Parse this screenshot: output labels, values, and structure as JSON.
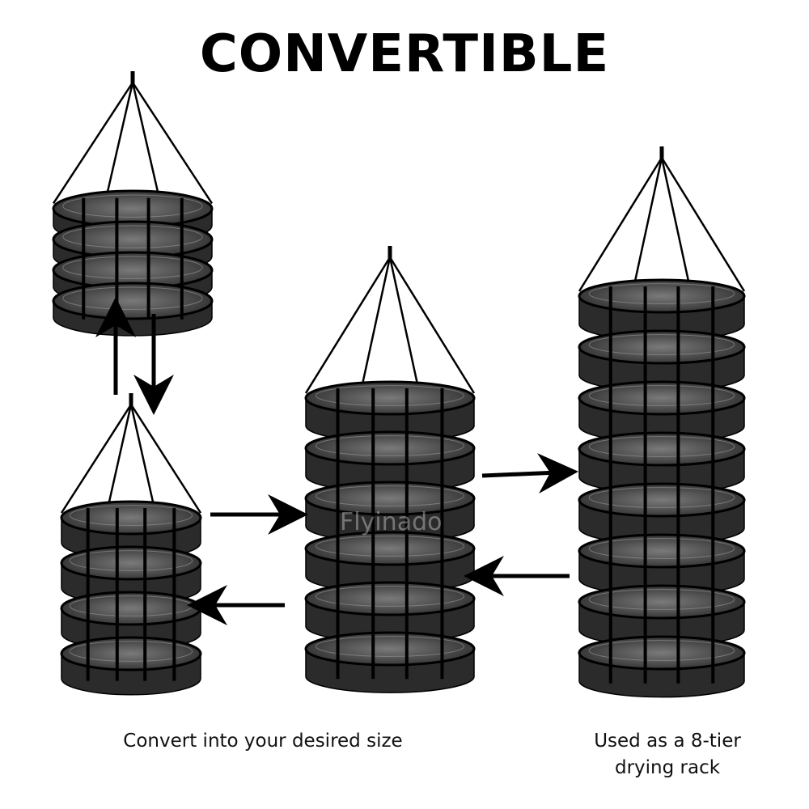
{
  "title": "CONVERTIBLE",
  "captions": {
    "left": "Convert into your desired size",
    "right_line1": "Used as a 8-tier",
    "right_line2": "drying rack"
  },
  "watermark": "Flyinado",
  "colors": {
    "background": "#ffffff",
    "frame": "#000000",
    "mesh_dark": "#262626",
    "mesh_light": "#8a8a8a"
  },
  "racks": [
    {
      "name": "4-tier rack",
      "tiers": 4
    },
    {
      "name": "4-tier rack",
      "tiers": 4
    },
    {
      "name": "6-tier rack",
      "tiers": 6
    },
    {
      "name": "8-tier rack",
      "tiers": 8
    }
  ]
}
